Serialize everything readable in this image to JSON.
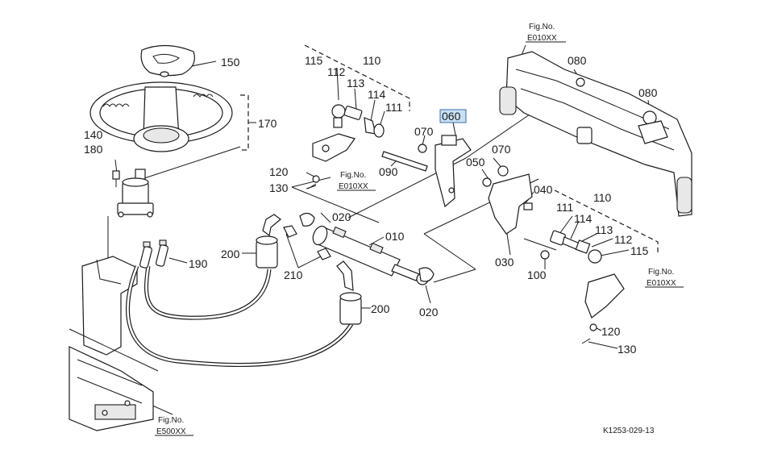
{
  "diagram_code": "K1253-029-13",
  "fig_refs": {
    "prefix": "Fig.No.",
    "top": "E010XX",
    "mid": "E010XX",
    "right": "E010XX",
    "bottom": "E500XX"
  },
  "highlight_color": "#c8e0f4",
  "labels": {
    "p150": "150",
    "p170": "170",
    "p140": "140",
    "p180": "180",
    "p190": "190",
    "p200a": "200",
    "p200b": "200",
    "p210": "210",
    "p110a": "110",
    "p115a": "115",
    "p112a": "112",
    "p113a": "113",
    "p114a": "114",
    "p111a": "111",
    "p120a": "120",
    "p130a": "130",
    "p060": "060",
    "p070a": "070",
    "p090": "090",
    "p020a": "020",
    "p010": "010",
    "p020b": "020",
    "p050": "050",
    "p070b": "070",
    "p040": "040",
    "p030": "030",
    "p100": "100",
    "p110b": "110",
    "p111b": "111",
    "p114b": "114",
    "p113b": "113",
    "p112b": "112",
    "p115b": "115",
    "p120b": "120",
    "p130b": "130",
    "p080a": "080",
    "p080b": "080"
  }
}
